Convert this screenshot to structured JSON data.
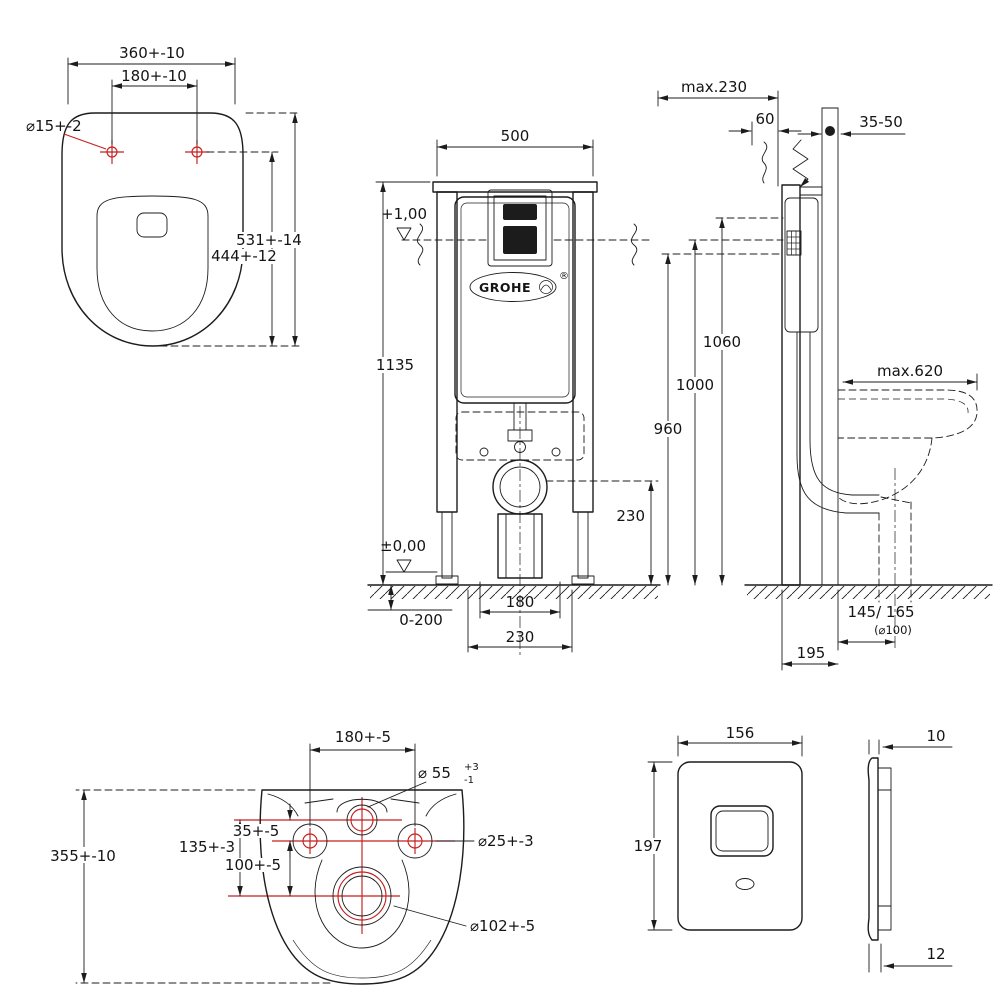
{
  "meta": {
    "brand": "GROHE",
    "drawing": "wall-hung WC installation dimensions"
  },
  "colors": {
    "line": "#1c1c1c",
    "accent_red": "#c42020",
    "bg": "#ffffff"
  },
  "top_view": {
    "width_outer": "360+-10",
    "hole_spacing": "180+-10",
    "hole_dia": "⌀15+-2",
    "depth_total": "531+-14",
    "depth_front": "444+-12"
  },
  "front_view": {
    "frame_width": "500",
    "frame_height": "1135",
    "level_top": "+1,00",
    "level_floor": "±0,00",
    "foot_range": "0-200",
    "outlet_width": "180",
    "outlet_spacing": "230",
    "outlet_height": "230",
    "brand": "GROHE"
  },
  "side_view": {
    "depth_max": "max.230",
    "top_offset": "60",
    "wall_range": "35-50",
    "h_1060": "1060",
    "h_1000": "1000",
    "h_960": "960",
    "bowl_depth_max": "max.620",
    "outlet_offset": "145/ 165",
    "outlet_pipe": "(⌀100)",
    "frame_depth": "195"
  },
  "back_view": {
    "hole_spacing": "180+-5",
    "center_hole": "⌀ 55",
    "center_hole_tol_plus": "+3",
    "center_hole_tol_minus": "-1",
    "height_total": "355+-10",
    "offset_top": "35+-5",
    "offset_mid": "135+-3",
    "offset_low": "100+-5",
    "side_hole": "⌀25+-3",
    "outlet_hole": "⌀102+-5"
  },
  "plate_view": {
    "width": "156",
    "height": "197",
    "thickness_top": "10",
    "thickness_bottom": "12"
  }
}
